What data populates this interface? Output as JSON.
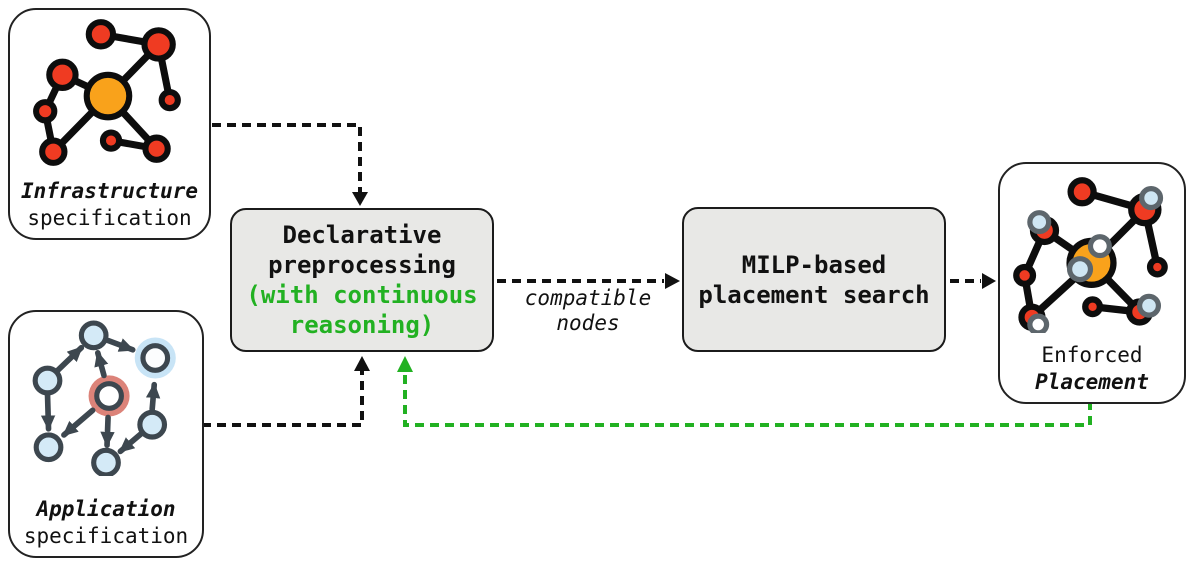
{
  "diagram": {
    "infrastructure_card": {
      "title": "Infrastructure",
      "subtitle": "specification"
    },
    "application_card": {
      "title": "Application",
      "subtitle": "specification"
    },
    "preprocessing_box": {
      "black_lines": [
        "Declarative",
        "preprocessing"
      ],
      "green_lines": [
        "(with continuous",
        "reasoning)"
      ]
    },
    "milp_box": {
      "lines": [
        "MILP-based",
        "placement search"
      ]
    },
    "enforced_card": {
      "title": "Enforced",
      "subtitle": "Placement"
    },
    "edge_label": {
      "lines": [
        "compatible",
        "nodes"
      ]
    }
  },
  "icons": {
    "infrastructure": "infrastructure-network-graph-icon",
    "application": "application-dependency-graph-icon",
    "enforced": "enforced-placement-graph-icon"
  },
  "colors": {
    "green_accent": "#22b122",
    "arrow_black": "#111111",
    "node_orange": "#f9a21b",
    "node_red": "#ef3b22",
    "node_blue": "#d4eaf7",
    "halo_red": "#dc8379",
    "halo_blue": "#c8e4f6",
    "overlay_stroke_gray": "#5d666c",
    "box_fill_gray": "#e8e8e6"
  }
}
